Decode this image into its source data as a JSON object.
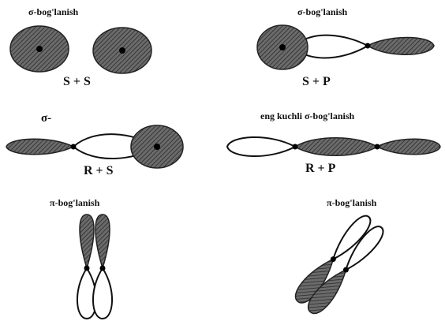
{
  "labels": {
    "top_left_title": "σ-bog'lanish",
    "top_left_formula": "S + S",
    "top_right_title": "σ-bog'lanish",
    "top_right_formula": "S + P",
    "mid_left_title": "σ-",
    "mid_left_formula": "R + S",
    "mid_right_title": "eng kuchli σ-bog'lanish",
    "mid_right_formula": "R + P",
    "bottom_left_title": "π-bog'lanish",
    "bottom_right_title": "π-bog'lanish"
  },
  "colors": {
    "orbital_fill": "#5a5a5a",
    "outline": "#111111",
    "background": "#ffffff"
  }
}
